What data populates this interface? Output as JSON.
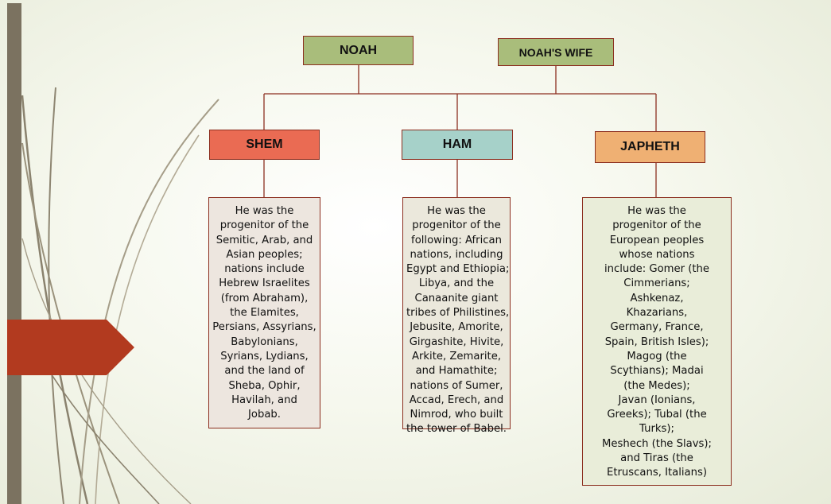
{
  "diagram": {
    "parents": {
      "father": "NOAH",
      "mother": "NOAH'S WIFE"
    },
    "sons": [
      {
        "name": "SHEM",
        "color": "#ea6b53",
        "description_lines": [
          "He was the",
          "progenitor of the",
          "Semitic, Arab, and",
          "Asian peoples;",
          "nations include",
          "Hebrew Israelites",
          "(from Abraham),",
          "the Elamites,",
          "Persians, Assyrians,",
          "Babylonians,",
          "Syrians, Lydians,",
          "and the land of",
          "Sheba, Ophir,",
          "Havilah, and",
          "Jobab."
        ]
      },
      {
        "name": "HAM",
        "color": "#a6d1c9",
        "description_lines": [
          "He was the",
          "progenitor of the",
          "following: African",
          "nations, including",
          "Egypt and Ethiopia;",
          "Libya, and the",
          "Canaanite giant",
          "tribes of Philistines,",
          "Jebusite, Amorite,",
          "Girgashite, Hivite,",
          "Arkite, Zemarite,",
          "and Hamathite;",
          "nations of Sumer,",
          "Accad, Erech, and",
          "Nimrod, who built",
          "the tower of Babel."
        ]
      },
      {
        "name": "JAPHETH",
        "color": "#efb073",
        "description_lines": [
          "He was the",
          "progenitor of the",
          "European peoples",
          "whose  nations",
          "include: Gomer (the",
          "Cimmerians;",
          "Ashkenaz,",
          "Khazarians,",
          "Germany, France,",
          "Spain, British Isles);",
          "Magog (the",
          "Scythians); Madai",
          "(the Medes);",
          "Javan (Ionians,",
          "Greeks); Tubal (the",
          "Turks);",
          "Meshech (the Slavs);",
          "and  Tiras (the",
          "Etruscans, Italians)"
        ]
      }
    ],
    "colors": {
      "parent_box": "#a9bd7b",
      "connector": "#8c2f20",
      "accent_arrow": "#b23a1f"
    }
  }
}
